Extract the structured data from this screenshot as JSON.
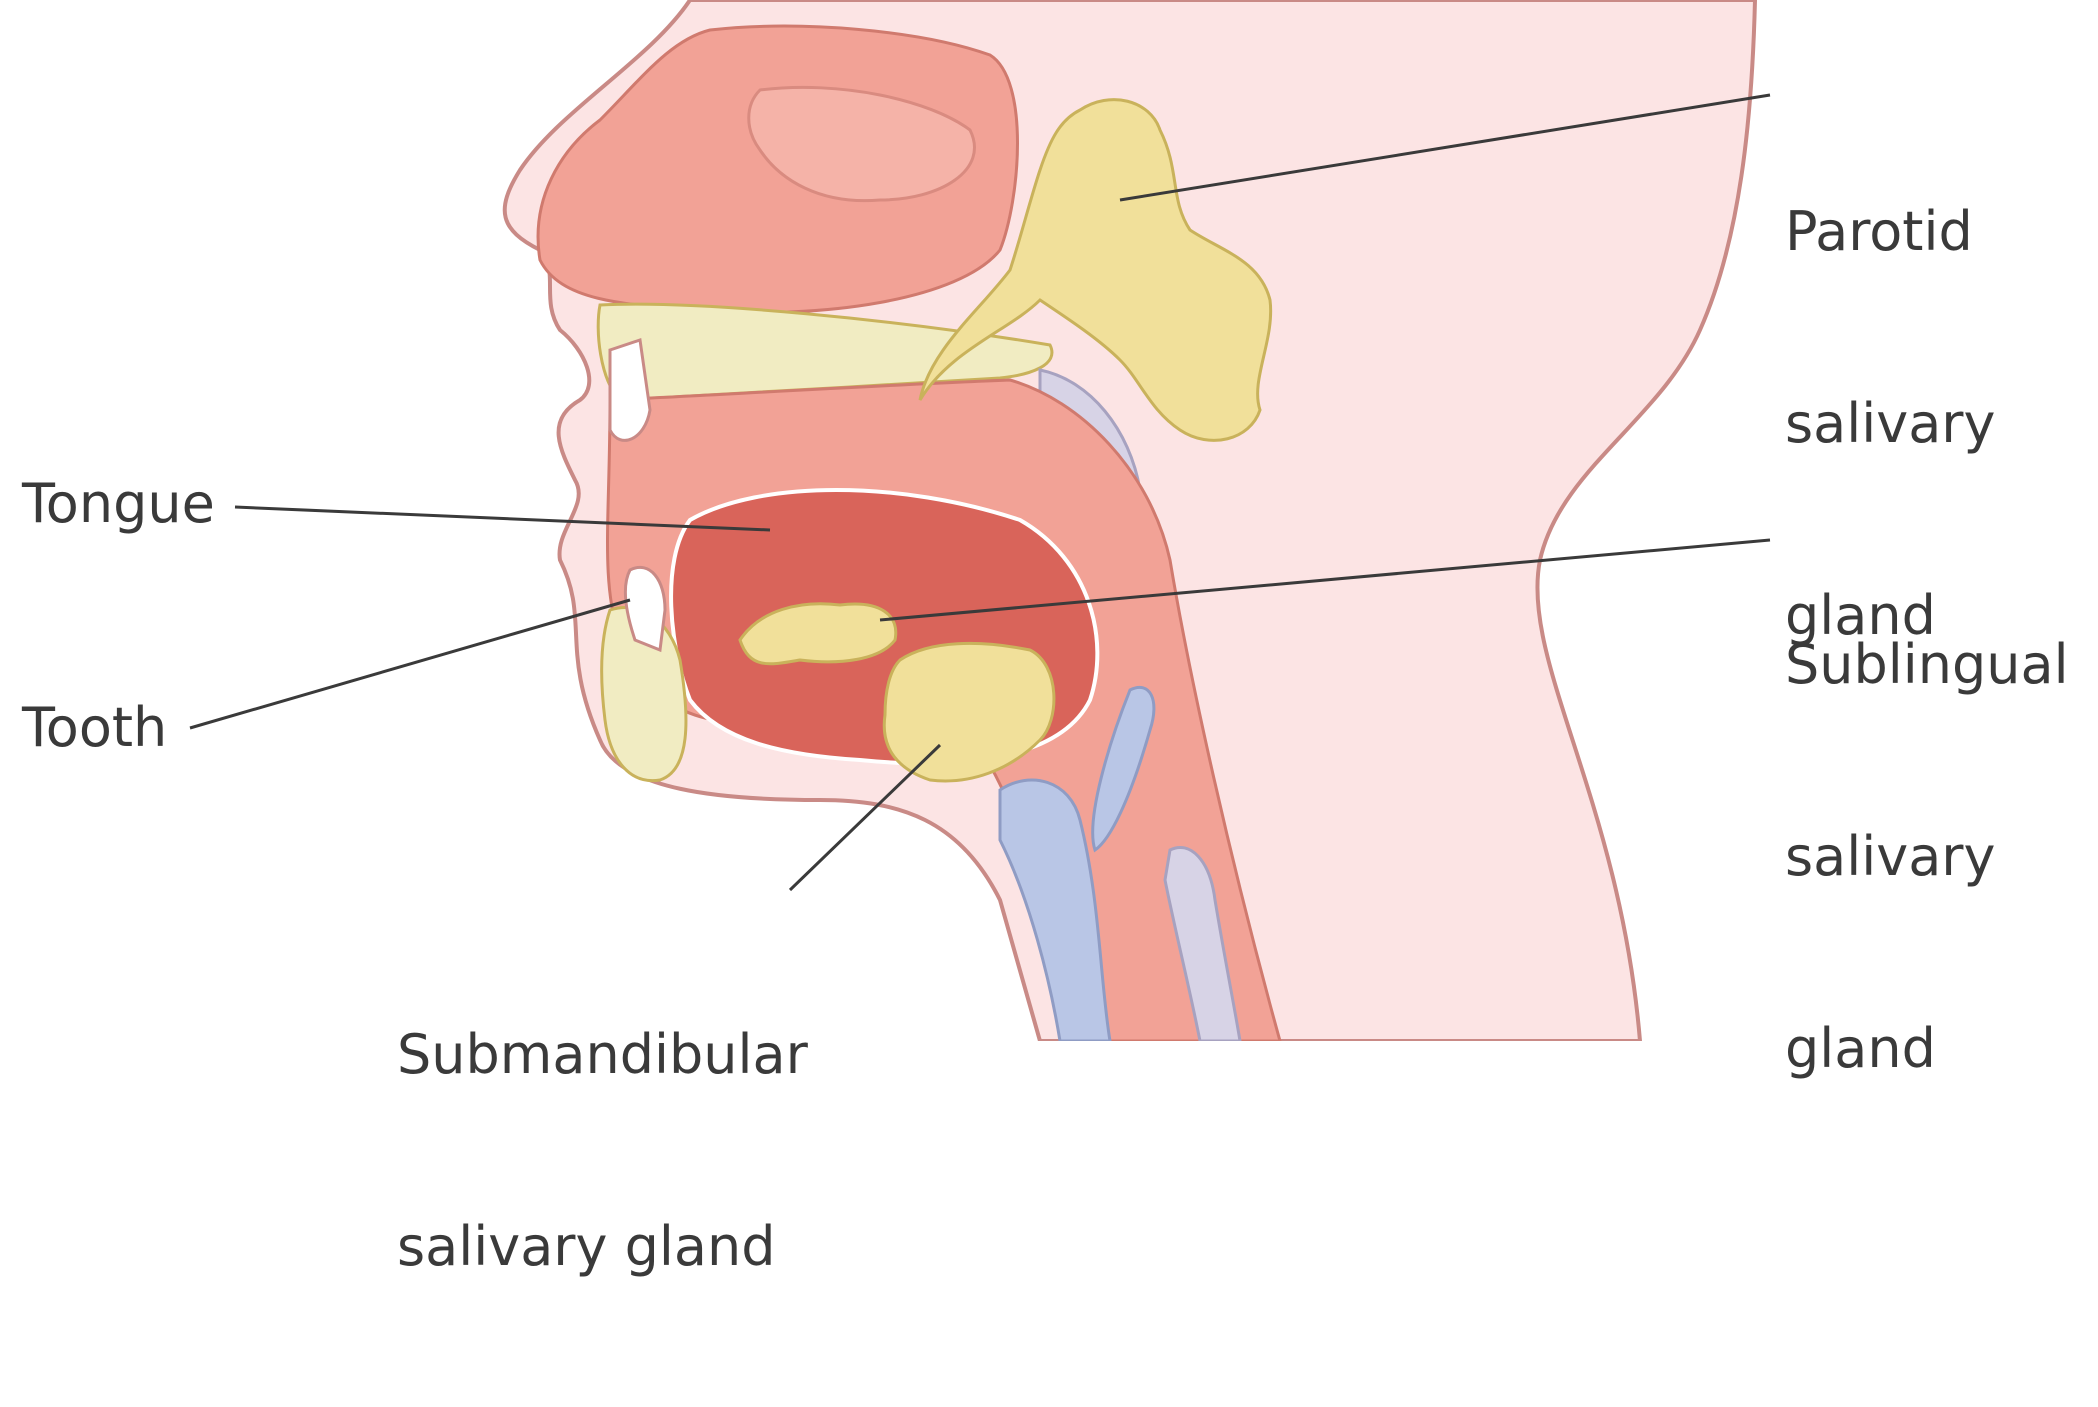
{
  "labels": {
    "parotid": [
      "Parotid",
      "salivary",
      "gland"
    ],
    "tongue": "Tongue",
    "sublingual": [
      "Sublingual",
      "salivary",
      "gland"
    ],
    "tooth": "Tooth",
    "submandibular": [
      "Submandibular",
      "salivary gland"
    ]
  },
  "colors": {
    "skin": "#fce4e4",
    "skin_outline": "#c98a86",
    "tissue": "#f2a296",
    "tissue_dark": "#e07d70",
    "muscle": "#d9645a",
    "gland": "#f1e09a",
    "gland_outline": "#c9b25b",
    "bone": "#f1ecc2",
    "cartilage": "#d7d3e6",
    "airway": "#b9c6e6",
    "leader": "#3a3a3a"
  }
}
